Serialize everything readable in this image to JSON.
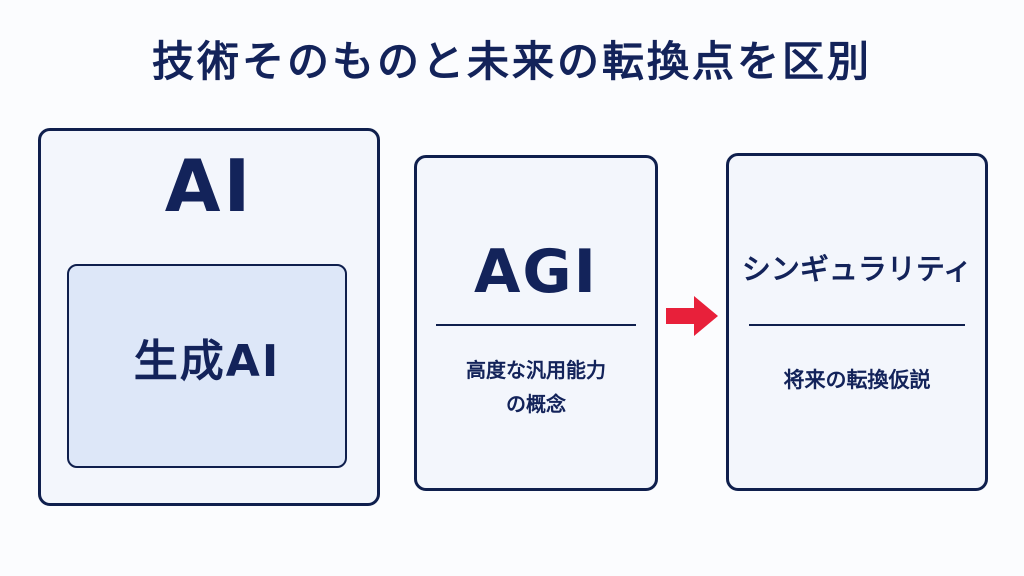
{
  "title": "技術そのものと未来の転換点を区別",
  "nodes": {
    "ai": {
      "label": "AI"
    },
    "generative_ai": {
      "label": "生成AI"
    },
    "agi": {
      "label": "AGI",
      "description_lines": [
        "高度な汎用能力",
        "の概念"
      ]
    },
    "singularity": {
      "label": "シンギュラリティ",
      "description": "将来の転換仮説"
    }
  },
  "colors": {
    "text": "#13235a",
    "border": "#0f1f4d",
    "box_fill": "#f3f6fc",
    "inner_box_fill": "#dde7f8",
    "arrow": "#e8203a",
    "background": "#fbfcfe"
  },
  "icons": {
    "arrow": "right-arrow-icon"
  }
}
